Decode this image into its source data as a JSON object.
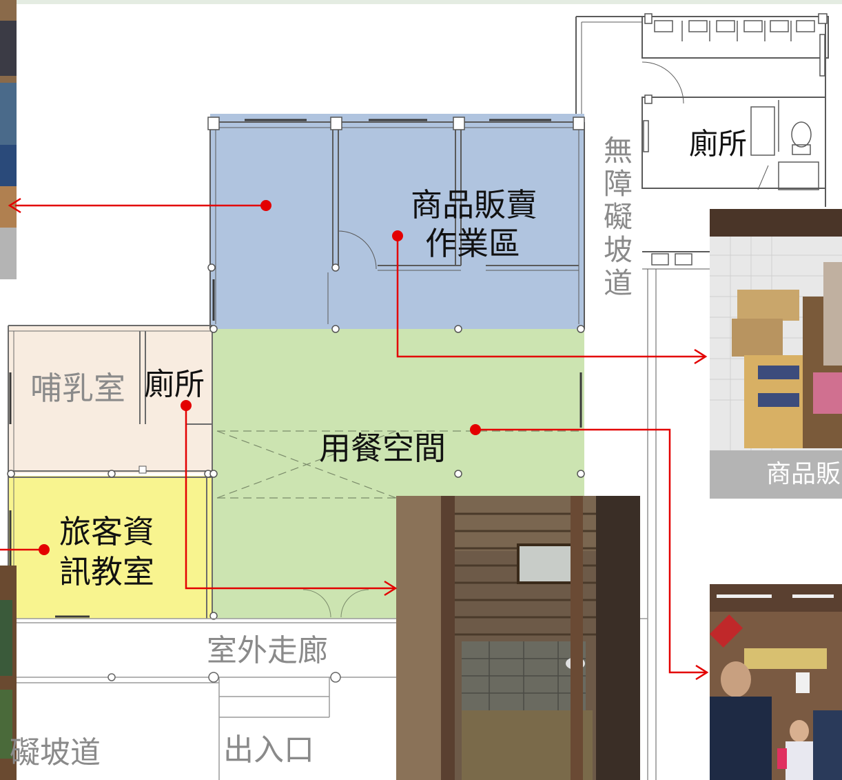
{
  "rooms": {
    "sales_work_area": [
      "商品販賣",
      "作業區"
    ],
    "toilet_right": "廁所",
    "nursing_room": "哺乳室",
    "toilet_left": "廁所",
    "dining_space": "用餐空間",
    "traveler_info_room": [
      "旅客資",
      "訊教室"
    ],
    "outdoor_corridor": "室外走廊",
    "entrance": "出入口",
    "ramp_bottom": "礙坡道"
  },
  "ramp_vertical": [
    "無",
    "障",
    "礙",
    "坡",
    "道"
  ],
  "photo_captions": {
    "sales_photo": "商品販"
  },
  "colors": {
    "sales_zone": "#a9bfdc",
    "dining_zone": "#c9e3ad",
    "info_zone": "#f8f48f",
    "nursing_zone": "#f8ece0",
    "arrow": "#e30000"
  }
}
